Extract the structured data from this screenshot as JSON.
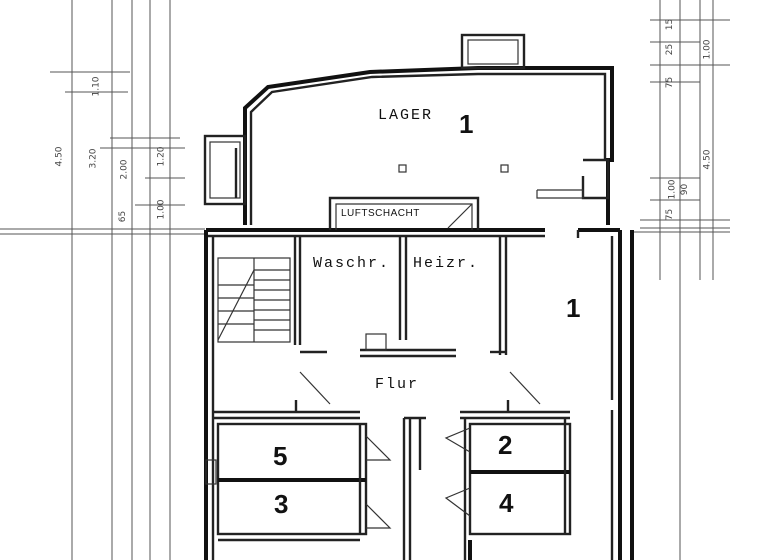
{
  "rooms": {
    "lager": "LAGER",
    "luftschacht": "LUFTSCHACHT",
    "waschraum": "Waschr.",
    "heizraum": "Heizr.",
    "flur": "Flur"
  },
  "unit_numbers": {
    "lager": "1",
    "right_large": "1",
    "unit_5": "5",
    "unit_3": "3",
    "unit_2": "2",
    "unit_4": "4"
  },
  "dimensions_left": {
    "total": "4.50",
    "a": "3.20",
    "b": "2.00",
    "c": "1.20",
    "d": "1.00",
    "e": "65",
    "top": "1.10"
  },
  "dimensions_right": {
    "a": "15",
    "b": "25",
    "c": "1.00",
    "d": "75",
    "e": "4.50",
    "f": "1.00",
    "g": "90",
    "h": "75"
  }
}
